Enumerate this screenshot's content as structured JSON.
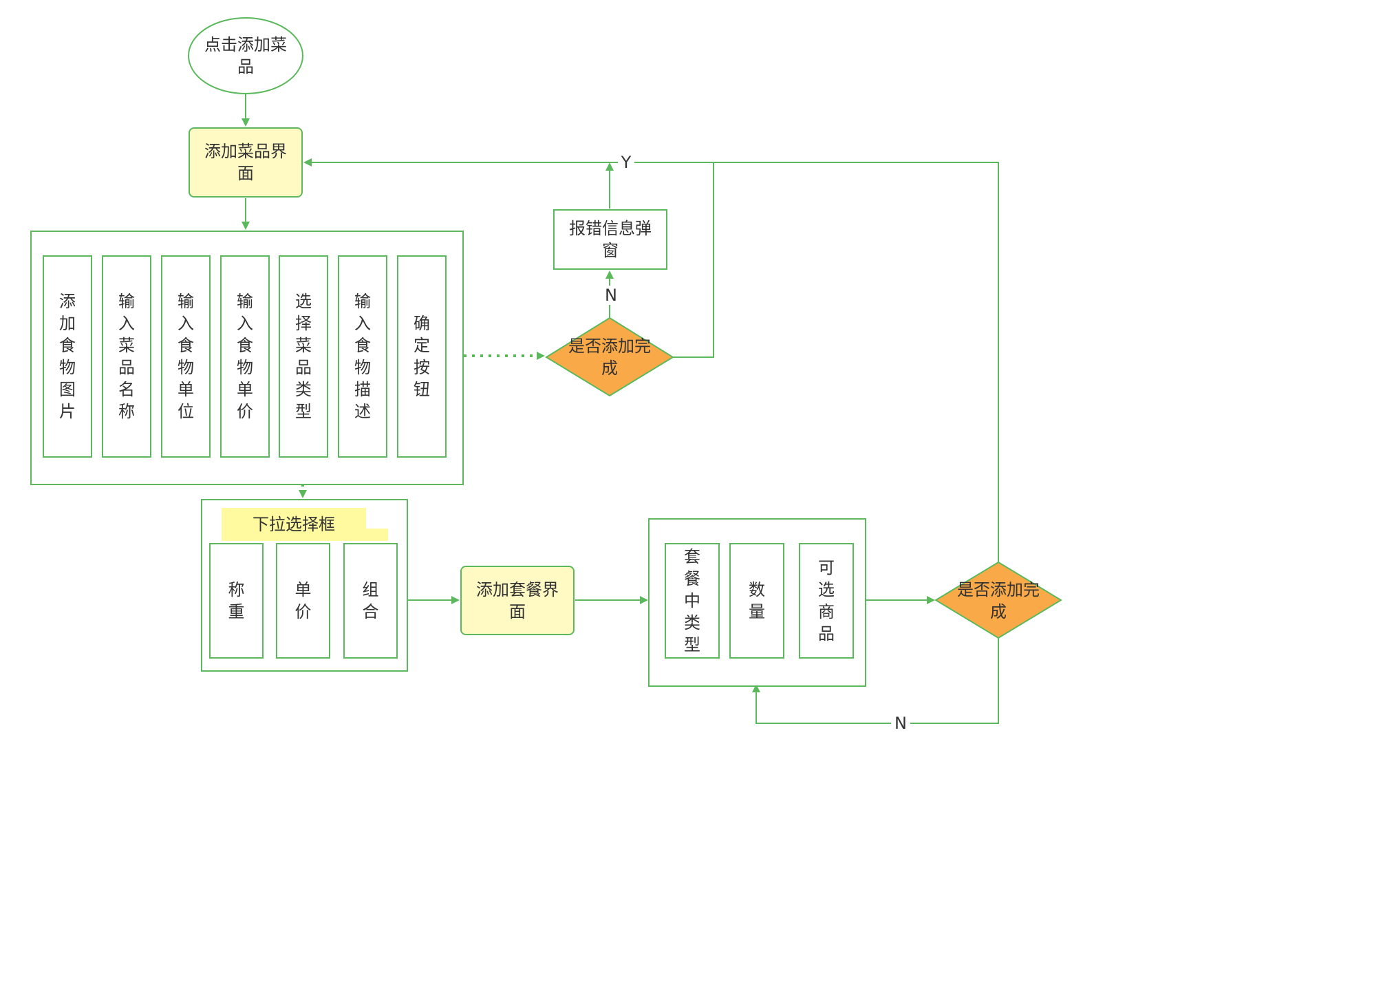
{
  "nodes": {
    "start": "点击添加菜品",
    "add_dish_ui": "添加菜品界面",
    "fields": [
      "添加食物图片",
      "输入菜品名称",
      "输入食物单位",
      "输入食物单价",
      "选择菜品类型",
      "输入食物描述",
      "确定按钮"
    ],
    "dropdown_title": "下拉选择框",
    "dropdown_options": [
      "称重",
      "单价",
      "组合"
    ],
    "add_combo_ui": "添加套餐界面",
    "combo_fields": [
      "套餐中类型",
      "数量",
      "可选商品"
    ],
    "decision_1": "是否添加完成",
    "decision_2": "是否添加完成",
    "error_popup": "报错信息弹窗"
  },
  "labels": {
    "yes": "Y",
    "no_1": "N",
    "no_2": "N"
  },
  "colors": {
    "line": "#5cb85c",
    "yellow_fill": "#fff9c4",
    "decision_fill": "#f9a947",
    "note_fill": "#fff9a0",
    "note_fold": "#d4cf7a"
  }
}
